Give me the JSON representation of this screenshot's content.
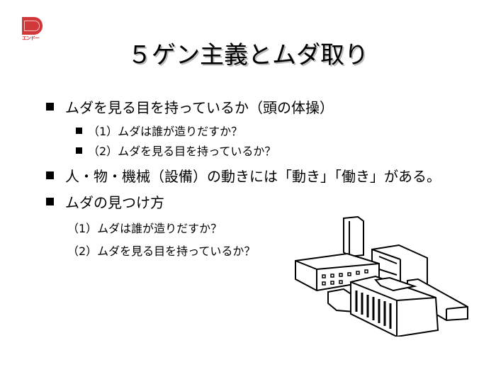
{
  "logo": {
    "text": "エンドー"
  },
  "title": "５ゲン主義とムダ取り",
  "bullets": [
    {
      "text": "ムダを見る目を持っているか（頭の体操）",
      "sub": [
        "（1）ムダは誰が造りだすか？",
        "（2）ムダを見る目を持っているか？"
      ]
    },
    {
      "text": "人・物・機械（設備）の動きには「動き」「働き」がある。"
    },
    {
      "text": "ムダの見つけ方",
      "lines": [
        "（1）ムダは誰が造りだすか？",
        "（2）ムダを見る目を持っているか？"
      ]
    }
  ]
}
